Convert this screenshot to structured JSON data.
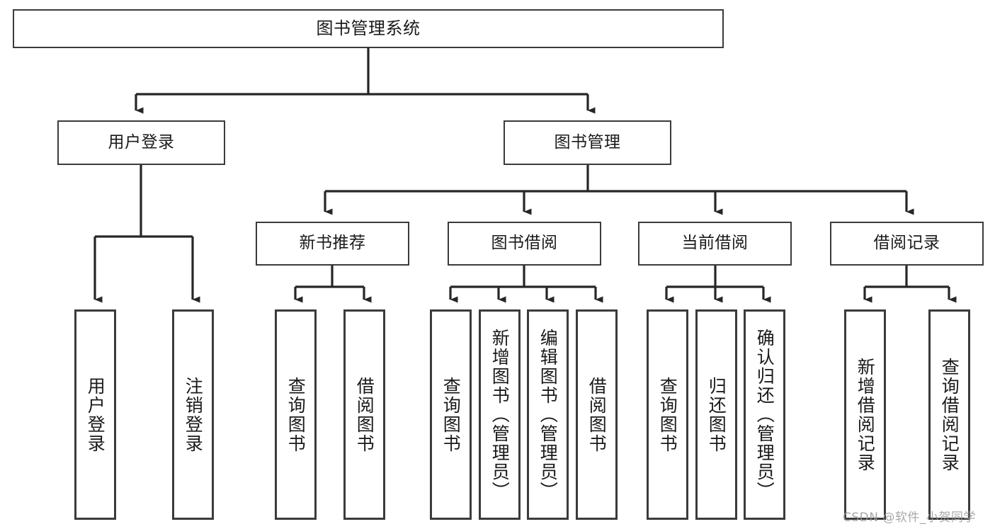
{
  "diagram": {
    "type": "tree-hierarchy",
    "title": "图书管理系统",
    "watermark": "CSDN @软件_小贺同学",
    "colors": {
      "box_border": "#3b3b3b",
      "box_fill": "#ffffff",
      "connector": "#262626",
      "text": "#1a1a1a",
      "watermark": "#9a9a9a"
    },
    "nodes": {
      "root": {
        "label": "图书管理系统",
        "level": 1
      },
      "l2": [
        {
          "id": "user-login",
          "label": "用户登录",
          "level": 2
        },
        {
          "id": "book-manage",
          "label": "图书管理",
          "level": 2
        }
      ],
      "l3": [
        {
          "id": "new-book-rec",
          "label": "新书推荐",
          "level": 3,
          "parent": "book-manage"
        },
        {
          "id": "book-borrow",
          "label": "图书借阅",
          "level": 3,
          "parent": "book-manage"
        },
        {
          "id": "current-borrow",
          "label": "当前借阅",
          "level": 3,
          "parent": "book-manage"
        },
        {
          "id": "borrow-record",
          "label": "借阅记录",
          "level": 3,
          "parent": "book-manage"
        }
      ],
      "leaves": [
        {
          "id": "leaf-user-login",
          "label": "用户登录",
          "parent": "user-login"
        },
        {
          "id": "leaf-user-logout",
          "label": "注销登录",
          "parent": "user-login"
        },
        {
          "id": "leaf-query-book-1",
          "label": "查询图书",
          "parent": "new-book-rec"
        },
        {
          "id": "leaf-borrow-book-1",
          "label": "借阅图书",
          "parent": "new-book-rec"
        },
        {
          "id": "leaf-query-book-2",
          "label": "查询图书",
          "parent": "book-borrow"
        },
        {
          "id": "leaf-add-book",
          "label": "新增图书（管理员）",
          "parent": "book-borrow"
        },
        {
          "id": "leaf-edit-book",
          "label": "编辑图书（管理员）",
          "parent": "book-borrow"
        },
        {
          "id": "leaf-borrow-book-2",
          "label": "借阅图书",
          "parent": "book-borrow"
        },
        {
          "id": "leaf-query-book-3",
          "label": "查询图书",
          "parent": "current-borrow"
        },
        {
          "id": "leaf-return-book",
          "label": "归还图书",
          "parent": "current-borrow"
        },
        {
          "id": "leaf-confirm-return",
          "label": "确认归还（管理员）",
          "parent": "current-borrow"
        },
        {
          "id": "leaf-add-record",
          "label": "新增借阅记录",
          "parent": "borrow-record"
        },
        {
          "id": "leaf-query-record",
          "label": "查询借阅记录",
          "parent": "borrow-record"
        }
      ]
    }
  }
}
